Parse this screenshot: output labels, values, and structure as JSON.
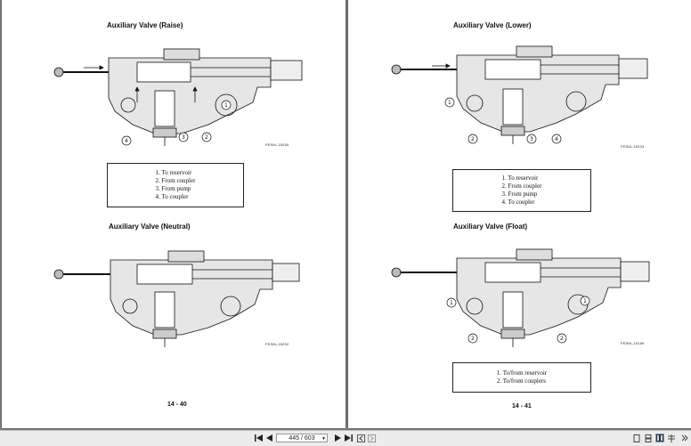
{
  "left_page": {
    "figures": [
      {
        "title": "Auxiliary Valve (Raise)",
        "code": "FESM–15200",
        "callouts": [
          "1",
          "2",
          "3",
          "4"
        ]
      },
      {
        "title": "Auxiliary Valve (Neutral)",
        "code": "FESM–15202",
        "callouts": []
      }
    ],
    "legend": [
      "1. To reservoir",
      "2. From coupler",
      "3. From pump",
      "4. To coupler"
    ],
    "page_number": "14 - 40"
  },
  "right_page": {
    "figures": [
      {
        "title": "Auxiliary Valve (Lower)",
        "code": "FESM–15203",
        "callouts": [
          "1",
          "2",
          "3",
          "4"
        ]
      },
      {
        "title": "Auxiliary Valve (Float)",
        "code": "FESM–15189",
        "callouts": [
          "1",
          "1",
          "2",
          "2"
        ]
      }
    ],
    "legend_top": [
      "1. To reservoir",
      "2. From coupler",
      "3. From pump",
      "4. To coupler"
    ],
    "legend_bottom": [
      "1. To/from reservoir",
      "2. To/from couplers"
    ],
    "page_number": "14 - 41"
  },
  "toolbar": {
    "current_page": "445 / 603",
    "icons": [
      "first-page-icon",
      "prev-page-icon",
      "next-page-icon",
      "last-page-icon",
      "back-icon",
      "forward-icon",
      "single-page-icon",
      "continuous-icon",
      "two-page-icon",
      "two-page-continuous-icon",
      "more-icon"
    ]
  }
}
